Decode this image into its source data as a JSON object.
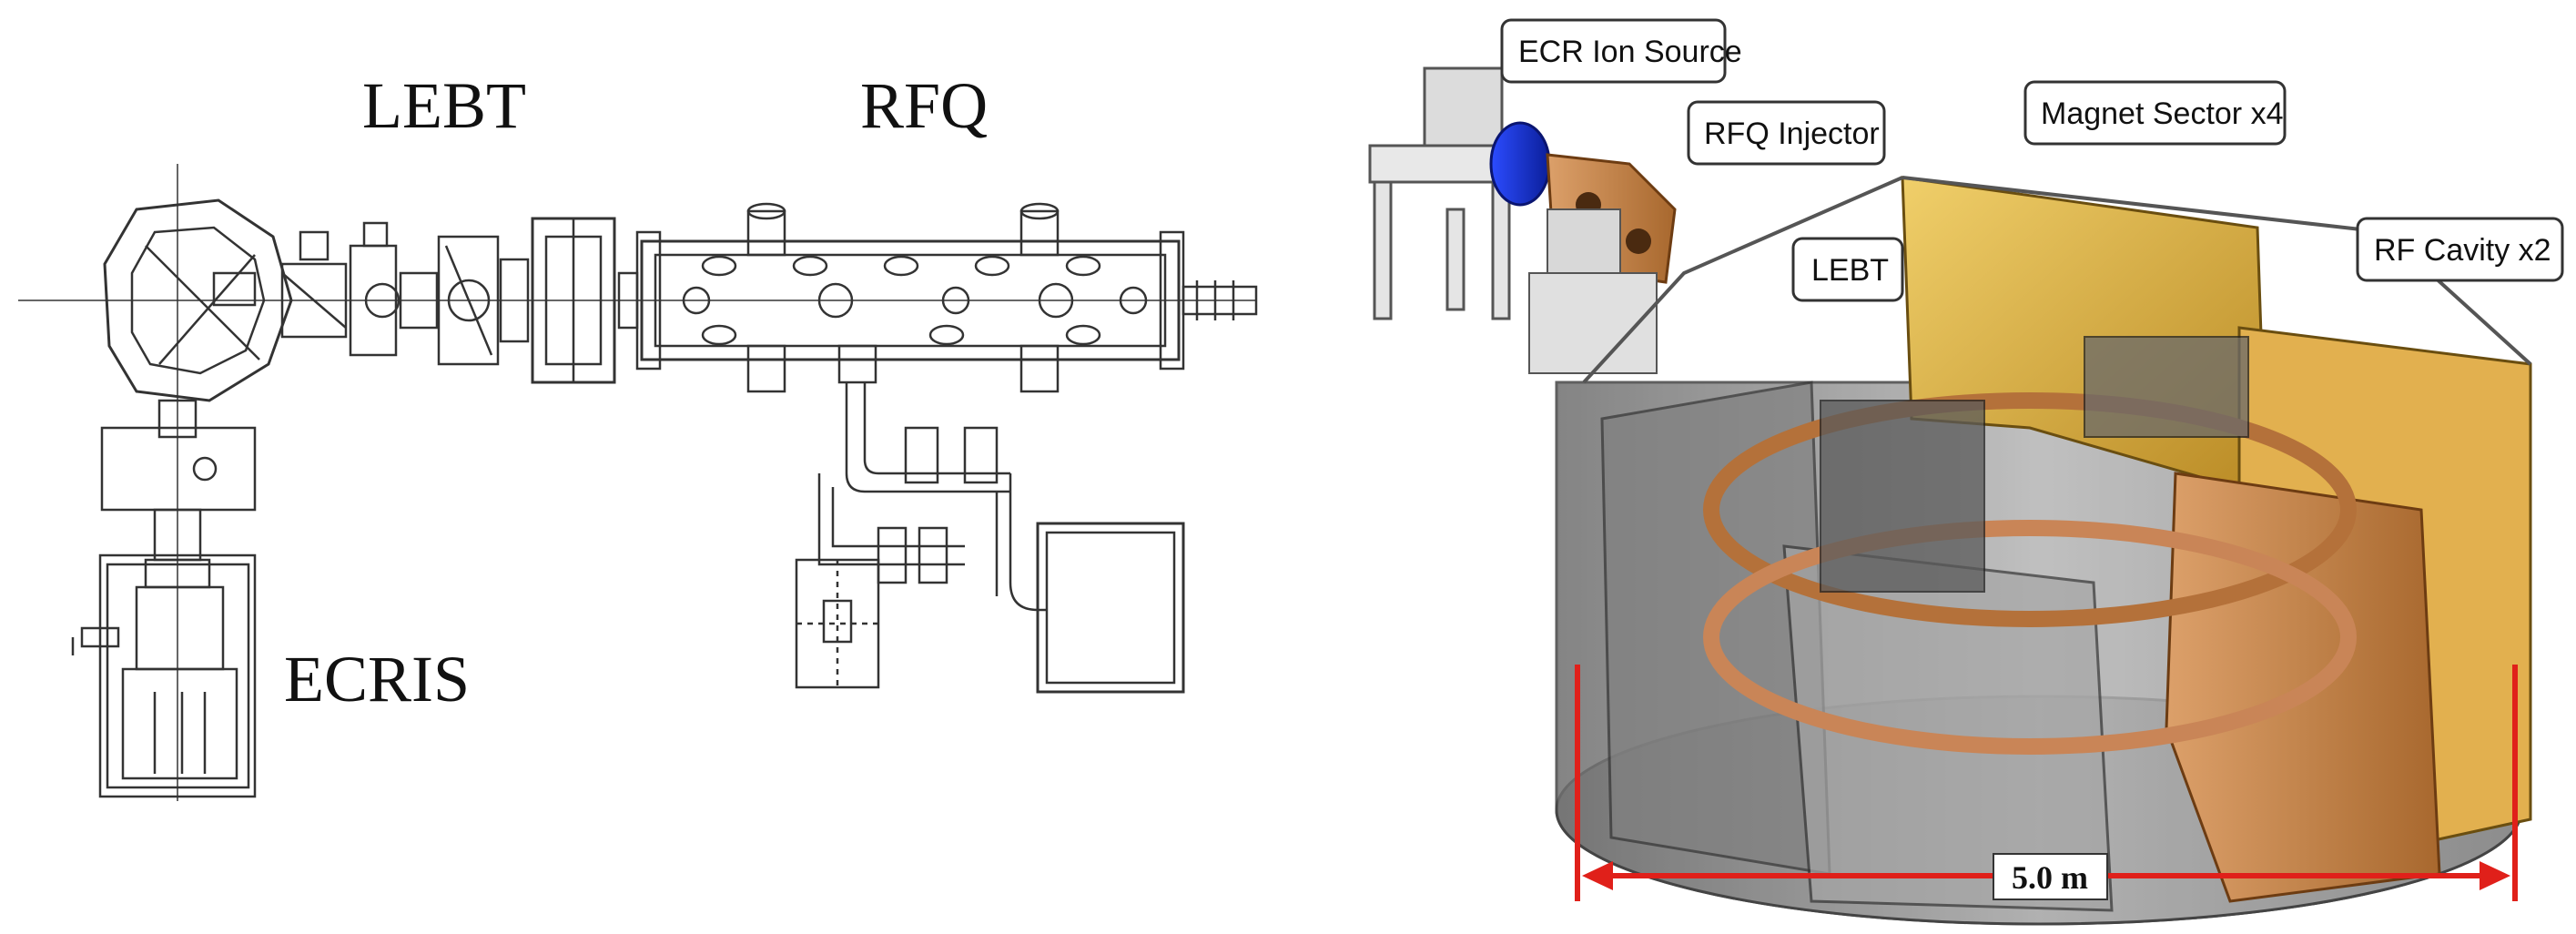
{
  "left_panel": {
    "labels": {
      "lebt": "LEBT",
      "rfq": "RFQ",
      "ecris": "ECRIS"
    }
  },
  "right_panel": {
    "callouts": {
      "ecr_ion_source": "ECR Ion Source",
      "rfq_injector": "RFQ Injector",
      "magnet_sector": "Magnet Sector x4",
      "lebt": "LEBT",
      "rf_cavity": "RF Cavity x2"
    },
    "dimension": {
      "label": "5.0 m",
      "color": "#e0201a"
    }
  },
  "colors": {
    "line_drawing": "#333333",
    "magnet_gold": "#d9a93a",
    "cavity_copper": "#c98a4b",
    "ion_source_blue": "#1f3fd6",
    "vessel_gray": "#9a9a9a"
  }
}
